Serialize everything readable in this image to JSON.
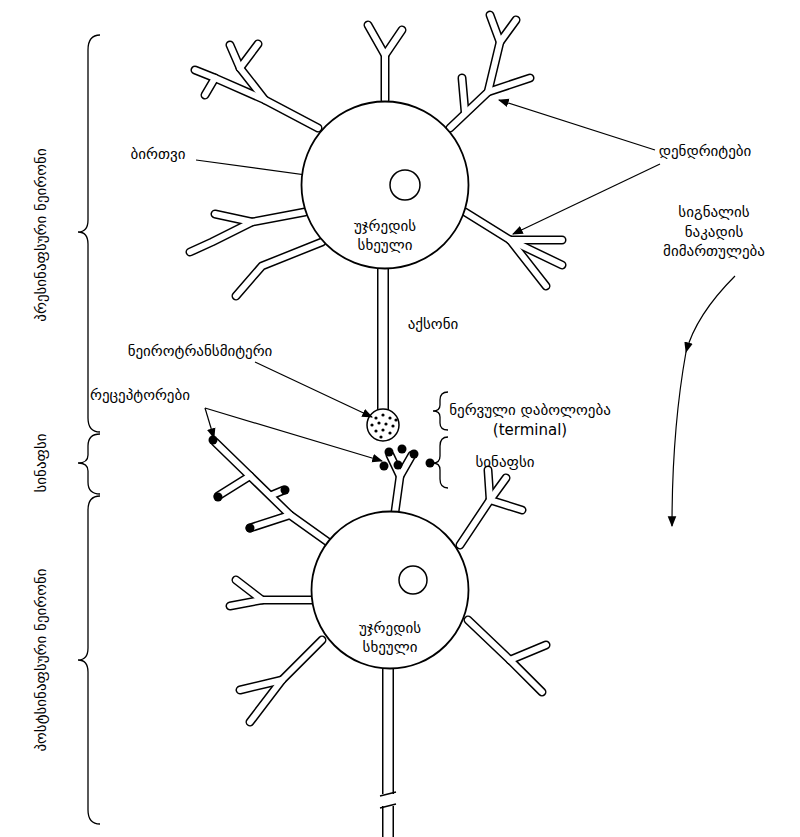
{
  "diagram": {
    "nodes": [
      {
        "text": [
          "უჯრედის სხეული"
        ]
      },
      {
        "text": [
          "უჯრედის სხეული"
        ]
      }
    ],
    "labels": [
      "პრესინაფსური ნეირონი",
      "სინაფსი",
      "პოსტსინაფსური ნეირონი",
      "ბირთვი",
      "დენდრიტები",
      "სიგნალის ნაკადის მიმართულება",
      "აქსონი",
      "ნეიროტრანსმიტერი",
      "რეცეპტორები",
      "ნერვული დაბოლოება (terminal)",
      "სინაფსი"
    ]
  }
}
